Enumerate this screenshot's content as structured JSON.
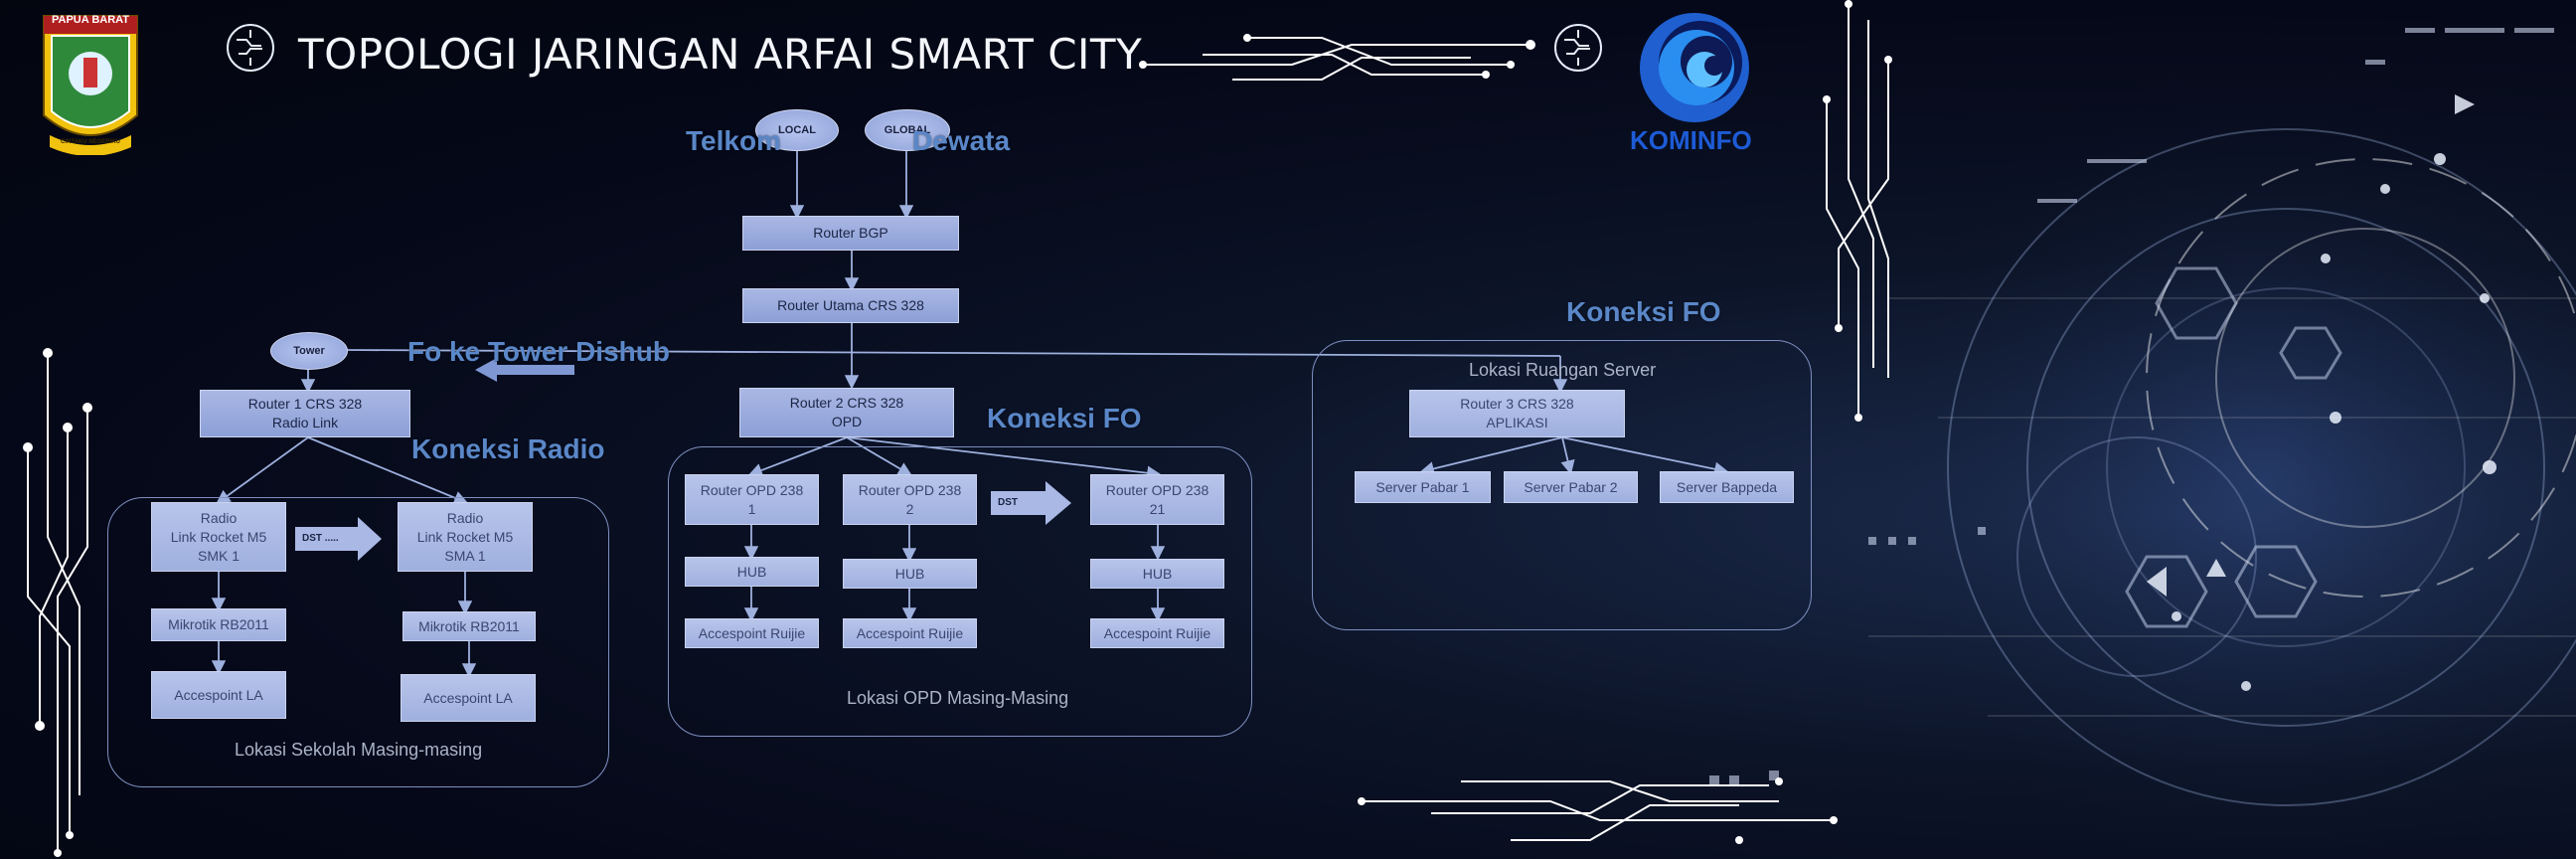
{
  "header": {
    "title": "TOPOLOGI JARINGAN ARFAI SMART CITY",
    "emblem_text_top": "PAPUA BARAT",
    "emblem_text_bottom": "CINTAKU NEGERIKU",
    "kominfo_label": "KOMINFO"
  },
  "internet": {
    "local": "LOCAL",
    "global": "GLOBAL",
    "telkom": "Telkom",
    "dewata": "Dewata"
  },
  "core": {
    "router_bgp": "Router BGP",
    "router_utama": "Router Utama CRS 328",
    "router2_line1": "Router 2 CRS 328",
    "router2_line2": "OPD"
  },
  "radio_branch": {
    "tower": "Tower",
    "fo_tower_label": "Fo ke Tower Dishub",
    "router1_line1": "Router 1 CRS 328",
    "router1_line2": "Radio Link",
    "koneksi_label": "Koneksi Radio",
    "dst": "DST .....",
    "radio_a": [
      "Radio",
      "Link Rocket M5",
      "SMK 1"
    ],
    "radio_b": [
      "Radio",
      "Link Rocket M5",
      "SMA 1"
    ],
    "mikrotik": "Mikrotik RB2011",
    "accesspoint": "Accespoint LA",
    "group_label": "Lokasi Sekolah Masing-masing"
  },
  "opd_branch": {
    "koneksi_label": "Koneksi FO",
    "router_opd_1": [
      "Router OPD 238",
      "1"
    ],
    "router_opd_2": [
      "Router OPD 238",
      "2"
    ],
    "router_opd_21": [
      "Router OPD 238",
      "21"
    ],
    "dst": "DST",
    "hub": "HUB",
    "accesspoint": "Accespoint Ruijie",
    "group_label": "Lokasi OPD Masing-Masing"
  },
  "server_branch": {
    "koneksi_label": "Koneksi FO",
    "group_label": "Lokasi Ruangan Server",
    "router3_line1": "Router 3 CRS 328",
    "router3_line2": "APLIKASI",
    "servers": [
      "Server Pabar 1",
      "Server Pabar 2",
      "Server Bappeda"
    ]
  },
  "colors": {
    "node_fill": "#9aabdc",
    "label_blue": "#5a87c8",
    "group_border": "#7e8fc0"
  }
}
